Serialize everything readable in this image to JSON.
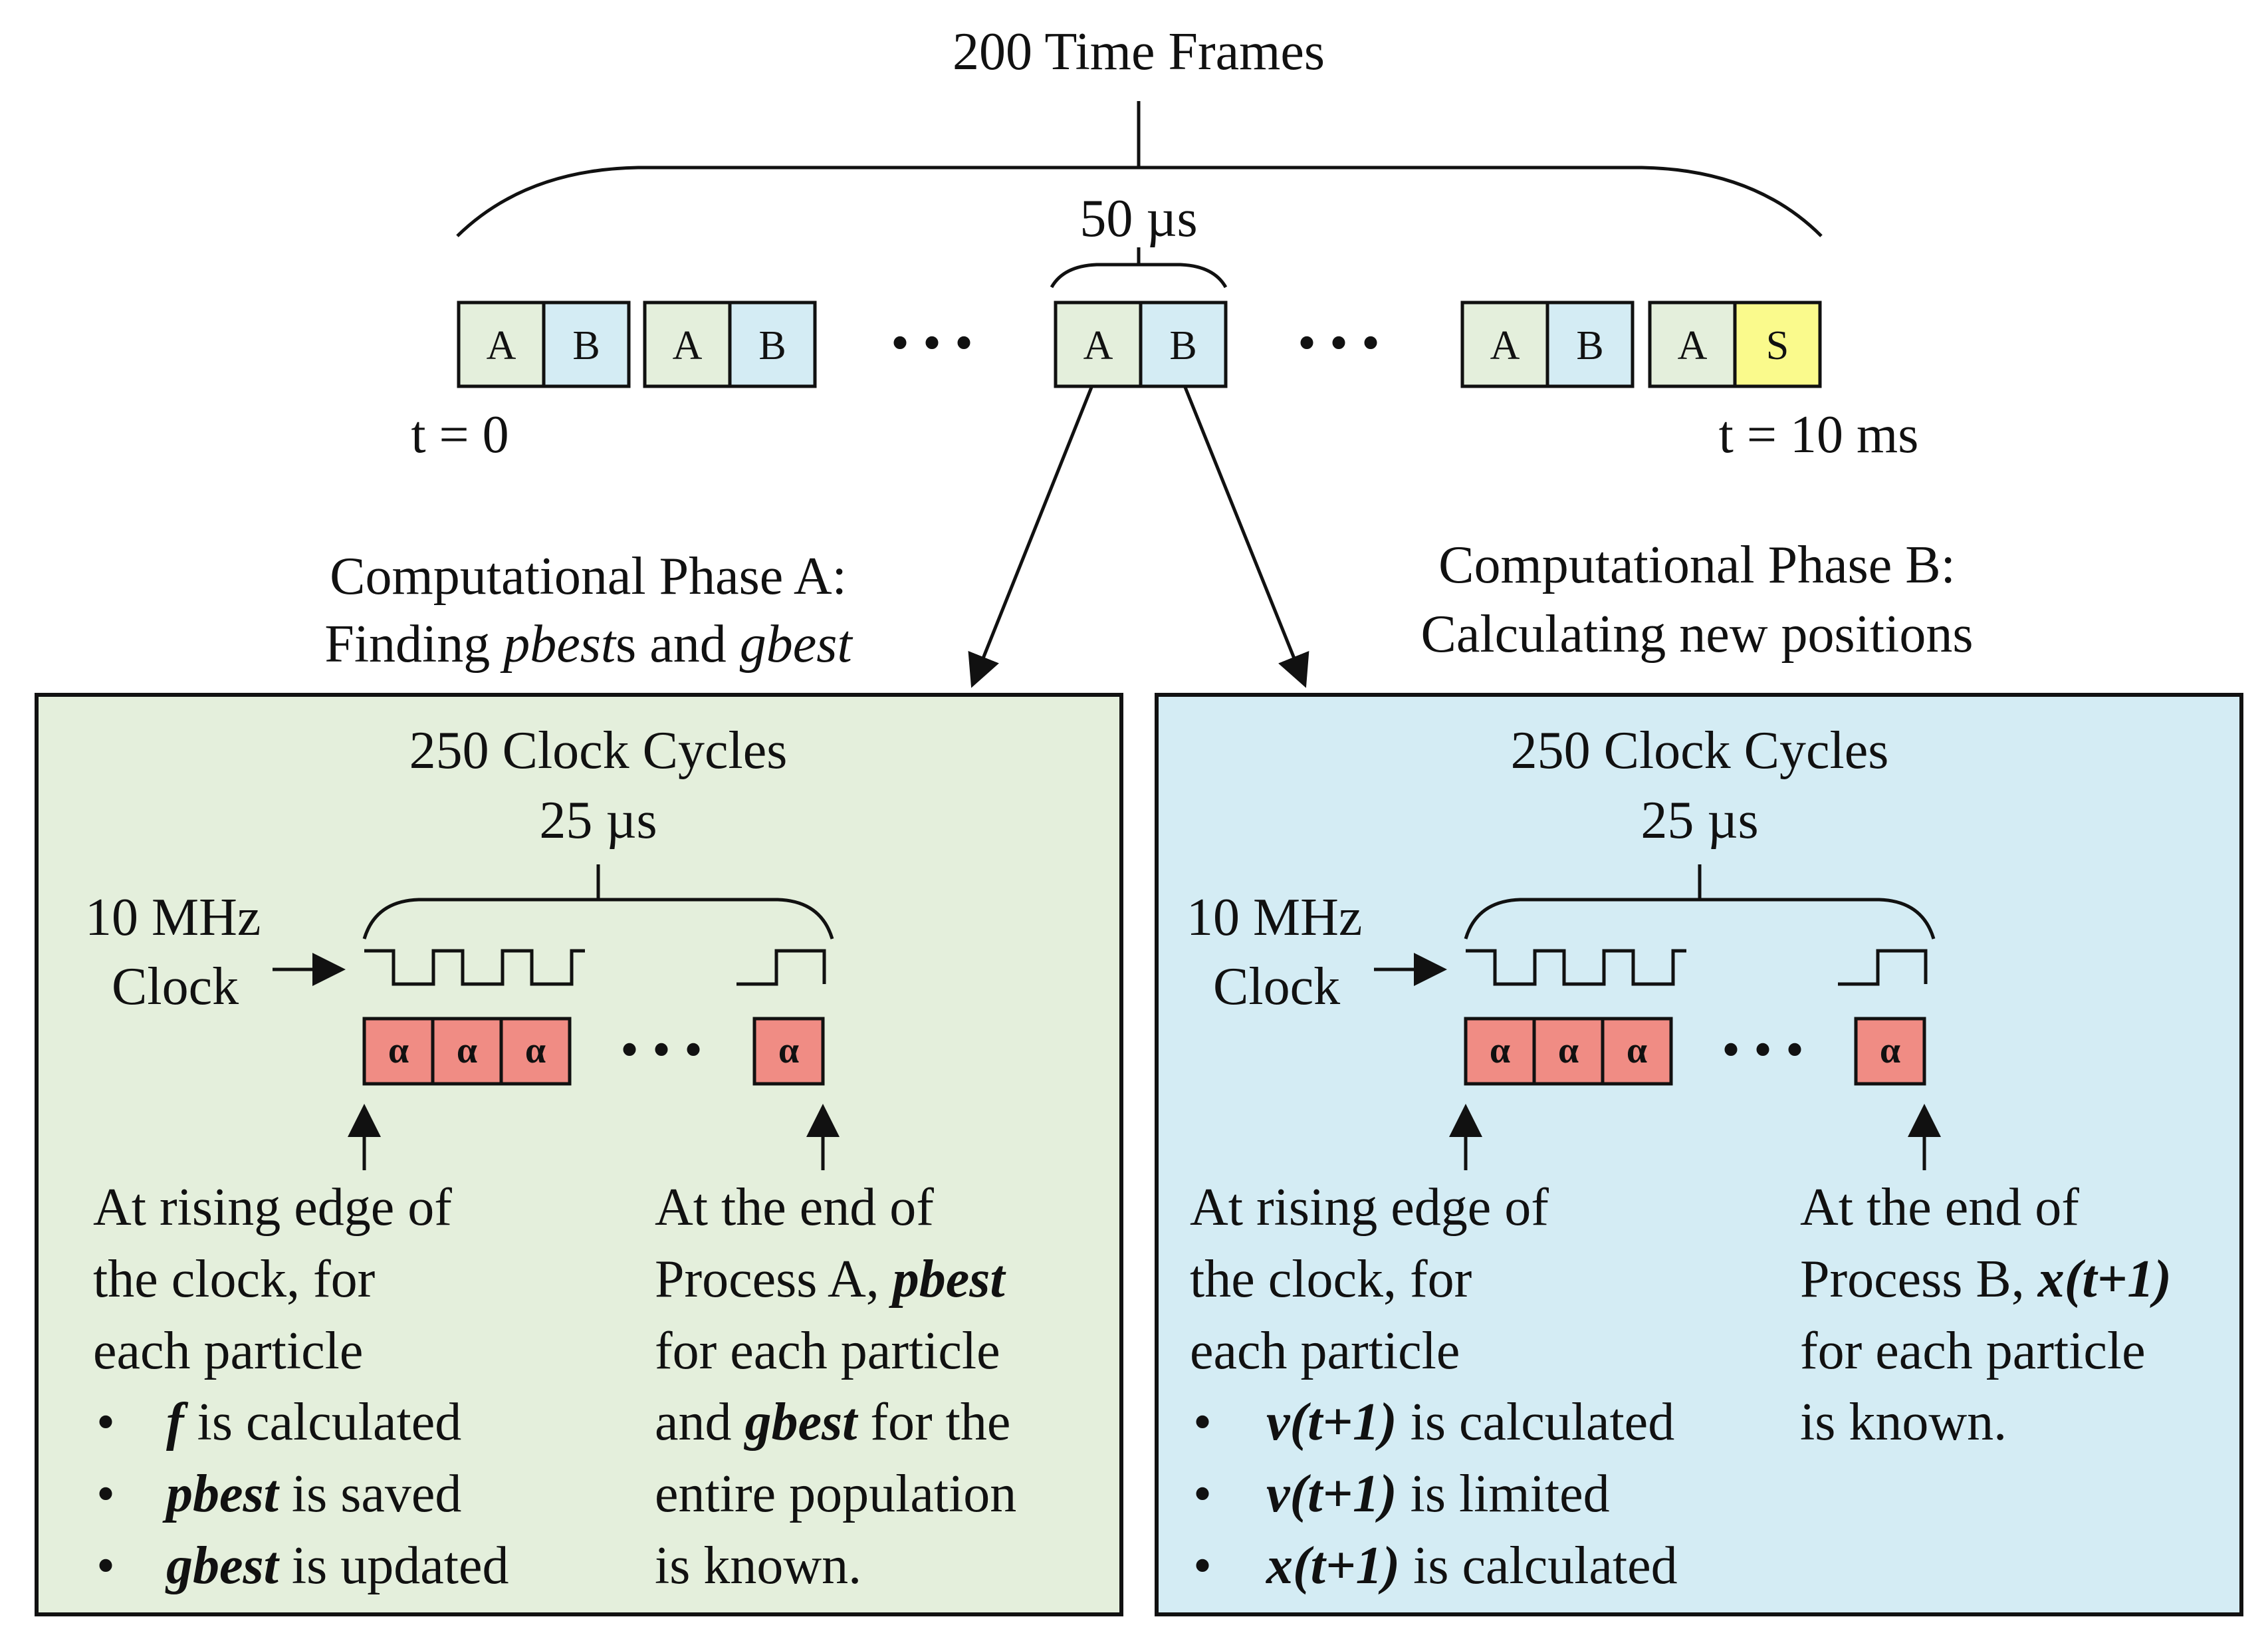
{
  "top": {
    "title": "200 Time Frames",
    "frame_duration": "50 µs",
    "ellipsis": "• • •",
    "t_start": "t = 0",
    "t_end": "t = 10 ms",
    "cells": [
      "A",
      "B",
      "A",
      "B",
      "A",
      "B",
      "A",
      "B",
      "A",
      "S"
    ]
  },
  "colors": {
    "phase_a_fill": "#e4efdc",
    "phase_b_fill": "#d4ecf4",
    "cell_a_fill": "#e4efdc",
    "cell_b_fill": "#d4ecf4",
    "cell_s_fill": "#fafa8c",
    "alpha_fill": "#f08c84"
  },
  "phase_a": {
    "heading_line1": "Computational Phase A:",
    "heading_line2_parts": [
      "Finding ",
      "pbest",
      "s and ",
      "gbest"
    ],
    "cycles": "250 Clock Cycles",
    "duration": "25 µs",
    "clock_line1": "10 MHz",
    "clock_line2": "Clock",
    "alpha": "α",
    "ellipsis": "• • •",
    "left_text": [
      "At rising edge of",
      "the clock, for",
      "each particle"
    ],
    "bullets": [
      {
        "bold": "f",
        "rest": " is calculated"
      },
      {
        "bold": "pbest",
        "rest": " is saved"
      },
      {
        "bold": "gbest",
        "rest": " is updated"
      }
    ],
    "bullet_symbol": "•",
    "right_text": [
      {
        "pre": "At the end of",
        "bold": "",
        "post": ""
      },
      {
        "pre": "Process A, ",
        "bold": "pbest",
        "post": ""
      },
      {
        "pre": "for each particle",
        "bold": "",
        "post": ""
      },
      {
        "pre": "and ",
        "bold": "gbest",
        "post": " for the"
      },
      {
        "pre": "entire population",
        "bold": "",
        "post": ""
      },
      {
        "pre": "is known.",
        "bold": "",
        "post": ""
      }
    ]
  },
  "phase_b": {
    "heading_line1": "Computational Phase B:",
    "heading_line2": "Calculating new positions",
    "cycles": "250 Clock Cycles",
    "duration": "25 µs",
    "clock_line1": "10 MHz",
    "clock_line2": "Clock",
    "alpha": "α",
    "ellipsis": "• • •",
    "left_text": [
      "At rising edge of",
      "the clock, for",
      "each particle"
    ],
    "bullets": [
      {
        "bold": "v(t+1)",
        "rest": " is calculated"
      },
      {
        "bold": "v(t+1)",
        "rest": " is limited"
      },
      {
        "bold": "x(t+1)",
        "rest": " is calculated"
      }
    ],
    "bullet_symbol": "•",
    "right_text": [
      {
        "pre": "At the end of",
        "bold": "",
        "post": ""
      },
      {
        "pre": "Process B, ",
        "bold": "x(t+1)",
        "post": ""
      },
      {
        "pre": "for each particle",
        "bold": "",
        "post": ""
      },
      {
        "pre": "is known.",
        "bold": "",
        "post": ""
      }
    ]
  }
}
